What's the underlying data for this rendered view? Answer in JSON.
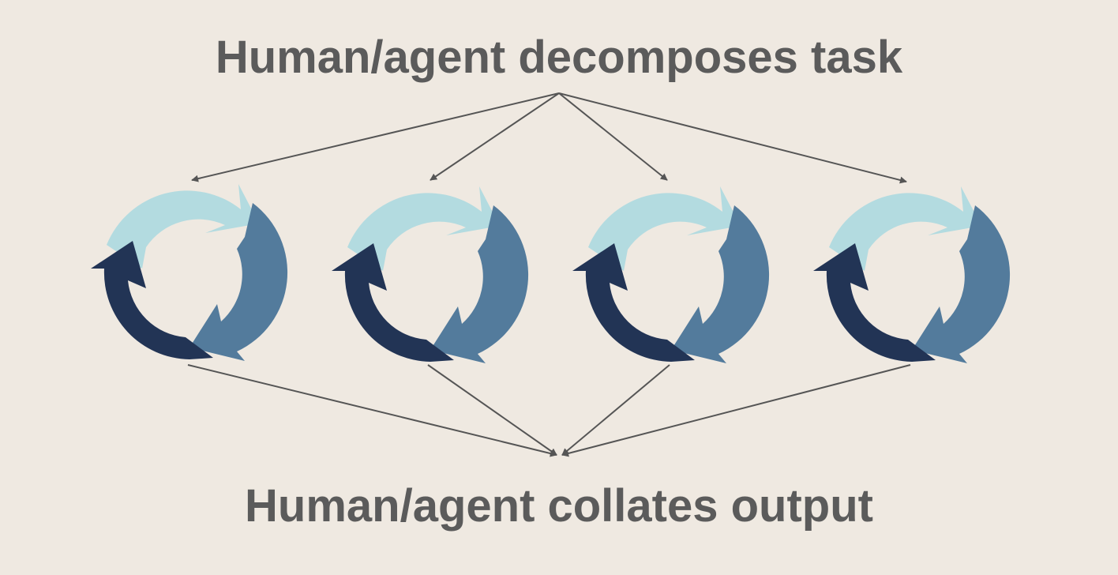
{
  "diagram": {
    "top_text": "Human/agent decomposes task",
    "bottom_text": "Human/agent collates output"
  },
  "colors": {
    "background": "#efe9e1",
    "text": "#5b5b5b",
    "connector": "#555555",
    "cycle_light": "#b3dbe0",
    "cycle_mid": "#537b9c",
    "cycle_dark": "#223455"
  },
  "cycles": [
    {
      "name": "cycle-1"
    },
    {
      "name": "cycle-2"
    },
    {
      "name": "cycle-3"
    },
    {
      "name": "cycle-4"
    }
  ]
}
